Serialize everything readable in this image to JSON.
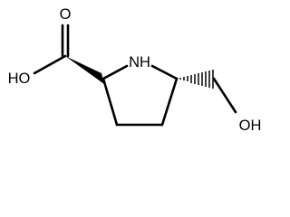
{
  "structure": {
    "atoms": {
      "carboxyl_oxygen": "O",
      "hydroxyl_acid": "HO",
      "ring_nitrogen": "NH",
      "hydroxyl_methanol": "OH"
    }
  }
}
